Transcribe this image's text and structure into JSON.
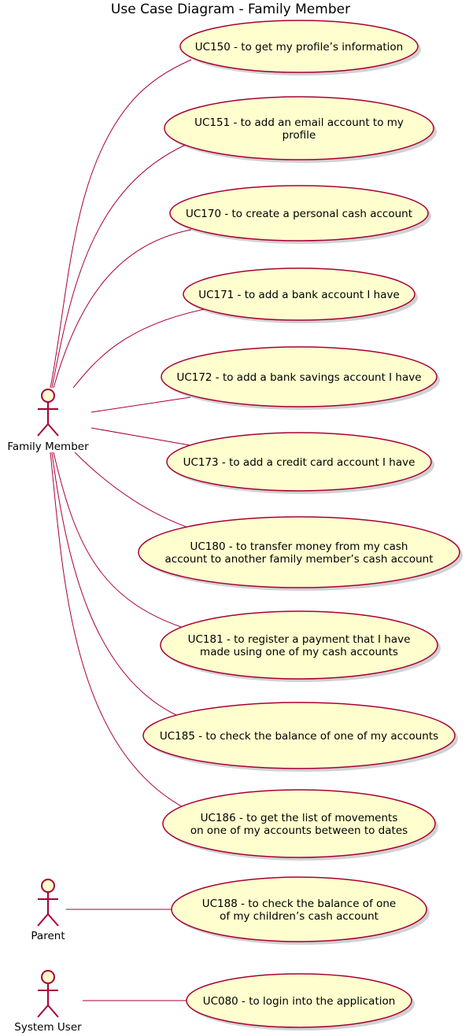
{
  "title": "Use Case Diagram - Family Member",
  "colors": {
    "use_case_fill": "#FEFECE",
    "border": "#A80036",
    "background": "#FFFFFF"
  },
  "actors": [
    {
      "id": "family-member",
      "label": "Family Member"
    },
    {
      "id": "parent",
      "label": "Parent"
    },
    {
      "id": "system-user",
      "label": "System User"
    }
  ],
  "use_cases": [
    {
      "id": "uc150",
      "actor": "family-member",
      "lines": [
        "UC150 - to get my profile’s information"
      ]
    },
    {
      "id": "uc151",
      "actor": "family-member",
      "lines": [
        "UC151 - to add an email account to my",
        "profile"
      ]
    },
    {
      "id": "uc170",
      "actor": "family-member",
      "lines": [
        "UC170 - to create a personal cash account"
      ]
    },
    {
      "id": "uc171",
      "actor": "family-member",
      "lines": [
        "UC171 - to add a bank account I have"
      ]
    },
    {
      "id": "uc172",
      "actor": "family-member",
      "lines": [
        "UC172 - to add a bank savings account I have"
      ]
    },
    {
      "id": "uc173",
      "actor": "family-member",
      "lines": [
        "UC173 - to add a credit card account I have"
      ]
    },
    {
      "id": "uc180",
      "actor": "family-member",
      "lines": [
        "UC180 - to transfer money from my cash",
        "account to another family member’s cash account"
      ]
    },
    {
      "id": "uc181",
      "actor": "family-member",
      "lines": [
        "UC181 - to register a payment that I have",
        "made using one of my cash accounts"
      ]
    },
    {
      "id": "uc185",
      "actor": "family-member",
      "lines": [
        "UC185 - to check the balance of one of my accounts"
      ]
    },
    {
      "id": "uc186",
      "actor": "family-member",
      "lines": [
        "UC186 - to get the list of movements",
        "on one of my accounts between to dates"
      ]
    },
    {
      "id": "uc188",
      "actor": "parent",
      "lines": [
        "UC188 - to check the balance of one",
        "of my children’s cash account"
      ]
    },
    {
      "id": "uc080",
      "actor": "system-user",
      "lines": [
        "UC080 - to login into the application"
      ]
    }
  ]
}
